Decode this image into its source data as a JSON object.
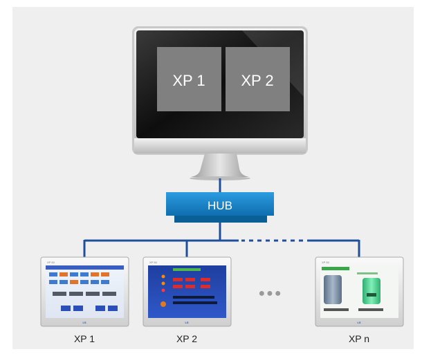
{
  "monitor": {
    "screen_labels": [
      "XP 1",
      "XP 2"
    ]
  },
  "hub": {
    "label": "HUB"
  },
  "panels": [
    {
      "caption": "XP 1",
      "model_tag": "XP 50",
      "brand": "LS"
    },
    {
      "caption": "XP 2",
      "model_tag": "XP 50",
      "brand": "LS"
    },
    {
      "caption": "XP n",
      "model_tag": "XP 50",
      "brand": "LS"
    }
  ],
  "ellipsis": "●●●",
  "colors": {
    "background": "#efefef",
    "hub_fill": "#1a86c8",
    "line": "#1f4f9a",
    "screen_tile": "#808080"
  }
}
